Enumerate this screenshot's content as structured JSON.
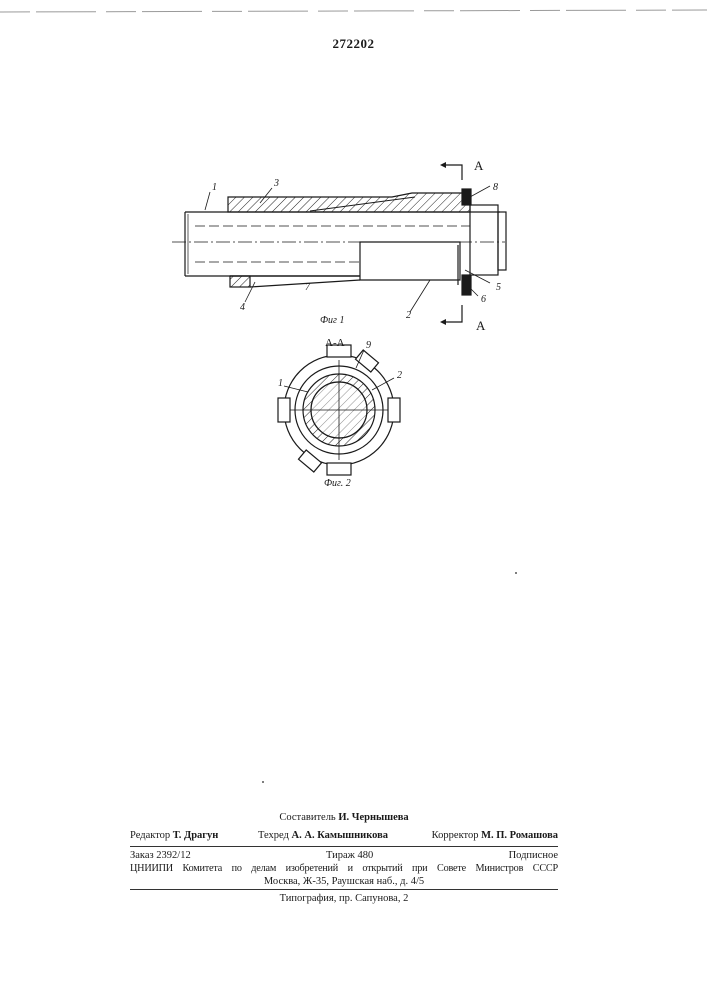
{
  "patent_number": "272202",
  "figures": {
    "fig1": {
      "caption": "Фиг 1",
      "section_marker": "А",
      "callouts": [
        "1",
        "3",
        "8",
        "4",
        "7",
        "2",
        "5",
        "6"
      ]
    },
    "fig2": {
      "caption": "Фиг. 2",
      "section_title": "А-А",
      "callouts": [
        "9",
        "1",
        "2"
      ]
    }
  },
  "footer": {
    "compiler_label": "Составитель",
    "compiler_name": "И. Чернышева",
    "editor_label": "Редактор",
    "editor_name": "Т. Драгун",
    "techeditor_label": "Техред",
    "techeditor_name": "А. А. Камышникова",
    "corrector_label": "Корректор",
    "corrector_name": "М. П. Ромашова",
    "order": "Заказ 2392/12",
    "circulation": "Тираж 480",
    "subscription": "Подписное",
    "institute_line": "ЦНИИПИ Комитета по делам изобретений и открытий при Совете Министров СССР",
    "address_line": "Москва, Ж-35, Раушская наб., д. 4/5",
    "printing_house": "Типография, пр. Сапунова, 2"
  }
}
